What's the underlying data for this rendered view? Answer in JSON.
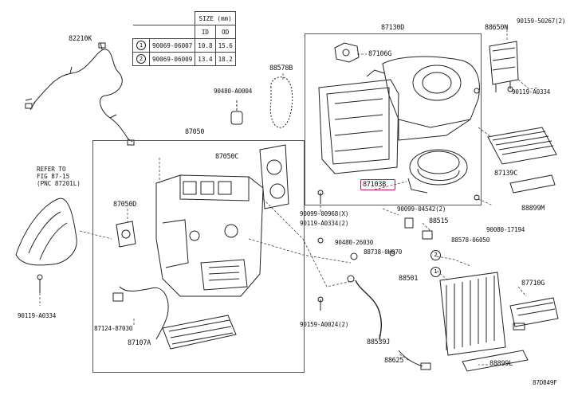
{
  "spec_table": {
    "header_size": "SIZE (mm)",
    "header_id": "ID",
    "header_od": "OD",
    "rows": [
      {
        "mark": "1",
        "part": "90069-06007",
        "id": "10.8",
        "od": "15.6"
      },
      {
        "mark": "2",
        "part": "90069-06009",
        "id": "13.4",
        "od": "18.2"
      }
    ]
  },
  "note": {
    "line1": "REFER TO",
    "line2": "FIG 87-15",
    "line3": "(PNC 87201L)"
  },
  "parts": {
    "p82210K": "82210K",
    "p88578B": "88578B",
    "p90480_A0004": "90480-A0004",
    "p87130D": "87130D",
    "p87106G": "87106G",
    "p88650N": "88650N",
    "p90159_50267": "90159-50267(2)",
    "p90119_A0334_a": "90119-A0334",
    "p87050": "87050",
    "p87050C": "87050C",
    "p87050D": "87050D",
    "p87103B": "87103B",
    "p87139C": "87139C",
    "p88899M": "88899M",
    "p90099_00968": "90099-00968(X)",
    "p90119_A0334_2": "90119-A0334(2)",
    "p90099_04542": "90099-04542(2)",
    "p88515": "88515",
    "p90080_17194": "90080-17194",
    "p90480_26030": "90480-26030",
    "p88738_0H070": "88738-0H070",
    "p88578_06050": "88578-06050",
    "p88501": "88501",
    "p87710G": "87710G",
    "p90119_A0334_b": "90119-A0334",
    "p87124_87030": "87124-87030",
    "p87107A": "87107A",
    "p90159_A0024": "90159-A0024(2)",
    "p88539J": "88539J",
    "p88625": "88625",
    "p88899L": "88899L",
    "p87D849F": "87D849F"
  },
  "circle_marks": {
    "one": "1",
    "two": "2"
  },
  "highlight_color": "#c2185b"
}
